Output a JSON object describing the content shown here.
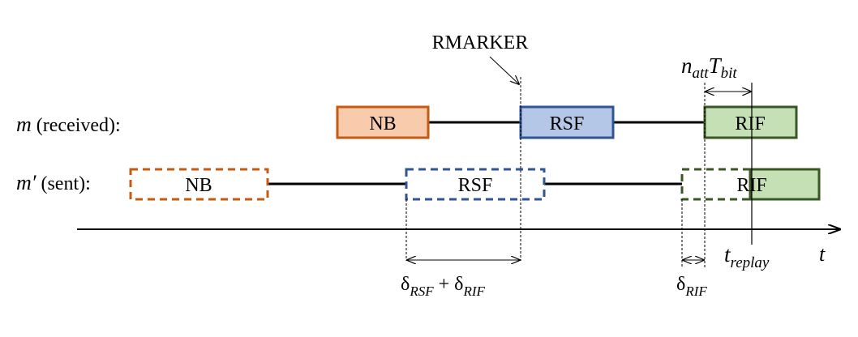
{
  "rows": {
    "received": {
      "symbol": "m",
      "suffix": " (received):"
    },
    "sent": {
      "symbol": "m′",
      "suffix": " (sent):"
    }
  },
  "fields": {
    "nb": "NB",
    "rsf": "RSF",
    "rif": "RIF"
  },
  "annotations": {
    "rmarker": "RMARKER",
    "natt_base": "n",
    "natt_sub": "att",
    "tbit_base": "T",
    "tbit_sub": "bit",
    "delta_sum_a": "δ",
    "delta_sum_a_sub": "RSF",
    "delta_sum_plus": " + ",
    "delta_sum_b": "δ",
    "delta_sum_b_sub": "RIF",
    "delta_rif": "δ",
    "delta_rif_sub": "RIF",
    "treplay_base": "t",
    "treplay_sub": "replay",
    "time_axis": "t"
  },
  "colors": {
    "nb_stroke": "#c55a11",
    "nb_fill": "#f8cbad",
    "rsf_stroke": "#2f5597",
    "rsf_fill": "#b4c7e7",
    "rif_stroke": "#385723",
    "rif_fill": "#c5e0b4",
    "line": "#000000"
  }
}
